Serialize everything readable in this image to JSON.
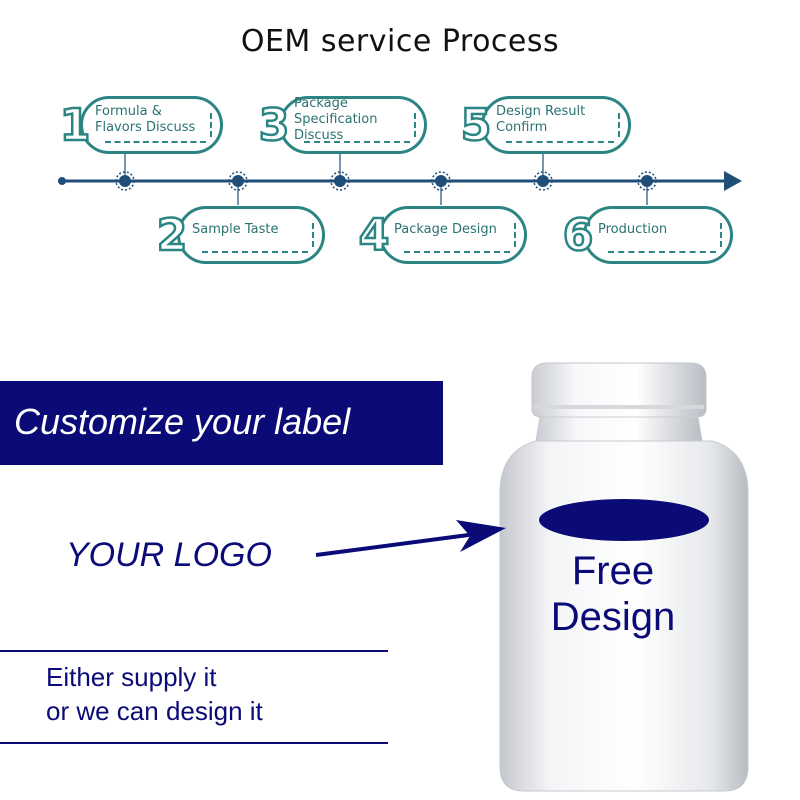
{
  "title": "OEM service Process",
  "steps": [
    {
      "num": "1",
      "label": "Formula & Flavors Discuss"
    },
    {
      "num": "2",
      "label": "Sample Taste"
    },
    {
      "num": "3",
      "label": "Package Specification Discuss"
    },
    {
      "num": "4",
      "label": "Package Design"
    },
    {
      "num": "5",
      "label": "Design Result Confirm"
    },
    {
      "num": "6",
      "label": "Production"
    }
  ],
  "banner": {
    "text": "Customize your label"
  },
  "logo": {
    "text": "YOUR LOGO"
  },
  "supply": {
    "line1": "Either supply it",
    "line2": "or we can design it"
  },
  "bottle": {
    "line1": "Free",
    "line2": "Design"
  },
  "colors": {
    "teal": "#2a8583",
    "navy": "#0b0b78",
    "timeline": "#1f4e79"
  }
}
